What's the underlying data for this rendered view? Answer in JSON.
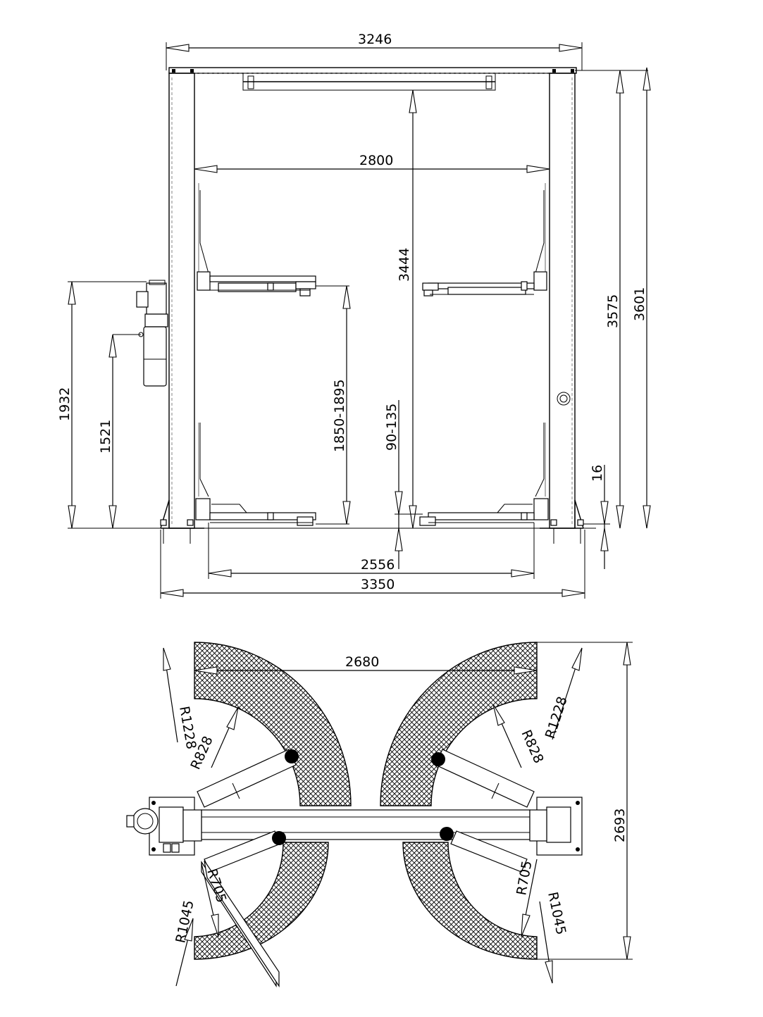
{
  "front_view": {
    "dims": {
      "top_overall_width": "3246",
      "inner_width": "2800",
      "crossbar_clearance": "3444",
      "height_inner": "3575",
      "height_overall": "3601",
      "motor_height": "1932",
      "tank_height": "1521",
      "lift_height": "1850-1895",
      "pad_height": "90-135",
      "base_plate": "16",
      "arm_span": "2556",
      "base_width": "3350"
    }
  },
  "top_view": {
    "dims": {
      "swing_width": "2680",
      "depth_overall": "2693",
      "radius_outer_front": "R1228",
      "radius_inner_front": "R828",
      "radius_outer_rear": "R1045",
      "radius_inner_rear_left": "R705",
      "radius_inner_rear_right": "R705"
    }
  }
}
